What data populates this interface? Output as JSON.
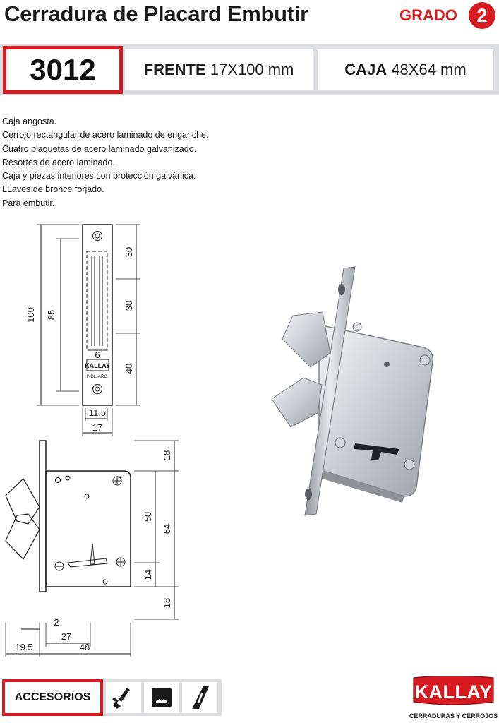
{
  "header": {
    "title": "Cerradura de Placard Embutir",
    "grado_label": "GRADO",
    "grado_value": "2"
  },
  "specs": {
    "code": "3012",
    "frente_label": "FRENTE",
    "frente_value": "17X100 mm",
    "caja_label": "CAJA",
    "caja_value": "48X64 mm"
  },
  "features": [
    "Caja angosta.",
    "Cerrojo rectangular de acero laminado de enganche.",
    "Cuatro plaquetas de acero laminado galvanizado.",
    "Resortes de acero laminado.",
    "Caja y piezas interiores con protección galvánica.",
    "LLaves de bronce forjado.",
    "Para embutir."
  ],
  "front_view": {
    "height_total": "100",
    "height_inner": "85",
    "seg_top": "30",
    "seg_mid": "30",
    "seg_bottom": "40",
    "bolt_width": "6",
    "inner_width": "11.5",
    "face_width": "17",
    "brand_mark": "KALLAY",
    "brand_sub": "INDL. ARG."
  },
  "side_view": {
    "top_margin": "18",
    "key_to_top": "50",
    "box_height": "64",
    "key_to_bottom": "14",
    "bottom_margin": "18",
    "face_thickness": "2",
    "backset": "27",
    "bolt_throw": "19.5",
    "box_depth": "48"
  },
  "accessories": {
    "label": "ACCESORIOS",
    "icons": [
      "screwdriver-icon",
      "keyhole-plate-icon",
      "strike-plate-icon"
    ]
  },
  "brand": {
    "logo": "KALLAY",
    "tagline": "CERRADURAS Y CERROJOS",
    "red": "#d71920"
  }
}
